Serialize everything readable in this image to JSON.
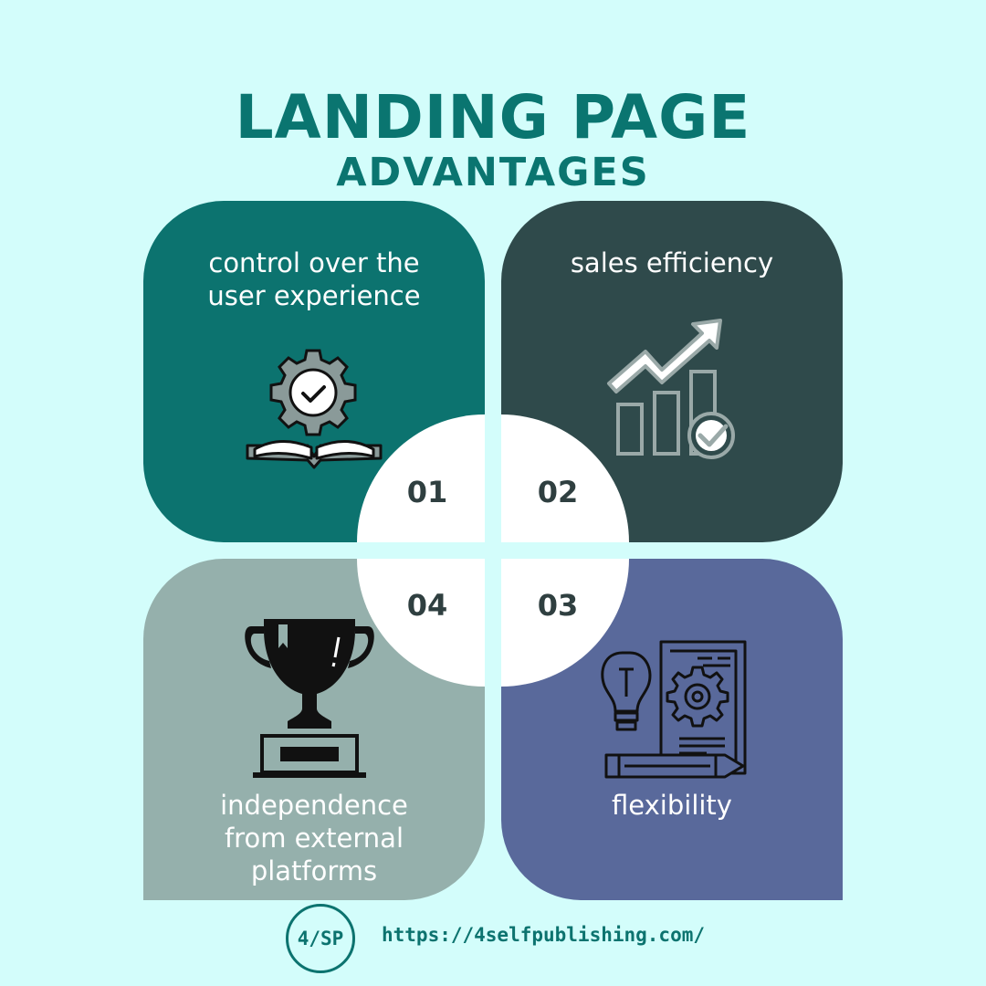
{
  "header": {
    "title": "LANDING PAGE",
    "subtitle": "ADVANTAGES"
  },
  "colors": {
    "background": "#d3fdfb",
    "title": "#0a7570",
    "q1": "#0c736f",
    "q2": "#2f4a4b",
    "q3": "#59699b",
    "q4": "#95b0ac"
  },
  "quadrants": [
    {
      "number": "01",
      "label": "control over the user experience",
      "icon": "gear-book-icon"
    },
    {
      "number": "02",
      "label": "sales efficiency",
      "icon": "growth-chart-icon"
    },
    {
      "number": "03",
      "label": "flexibility",
      "icon": "idea-blueprint-icon"
    },
    {
      "number": "04",
      "label": "independence from external platforms",
      "icon": "trophy-icon"
    }
  ],
  "footer": {
    "logo_text": "4/SP",
    "url": "https://4selfpublishing.com/"
  }
}
